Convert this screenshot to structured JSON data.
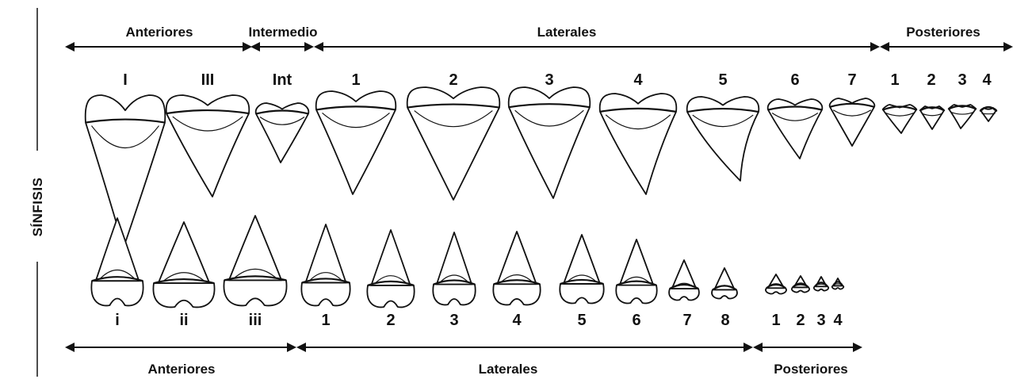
{
  "symphysis_label": "SÍNFISIS",
  "upper": {
    "groups": [
      {
        "key": "anteriores",
        "label": "Anteriores"
      },
      {
        "key": "intermedio",
        "label": "Intermedio"
      },
      {
        "key": "laterales",
        "label": "Laterales"
      },
      {
        "key": "posteriores",
        "label": "Posteriores"
      }
    ],
    "teeth": [
      "I",
      "III",
      "Int",
      "1",
      "2",
      "3",
      "4",
      "5",
      "6",
      "7",
      "1",
      "2",
      "3",
      "4"
    ]
  },
  "lower": {
    "groups": [
      {
        "key": "anteriores",
        "label": "Anteriores"
      },
      {
        "key": "laterales",
        "label": "Laterales"
      },
      {
        "key": "posteriores",
        "label": "Posteriores"
      }
    ],
    "teeth": [
      "i",
      "ii",
      "iii",
      "1",
      "2",
      "3",
      "4",
      "5",
      "6",
      "7",
      "8",
      "1",
      "2",
      "3",
      "4"
    ]
  }
}
